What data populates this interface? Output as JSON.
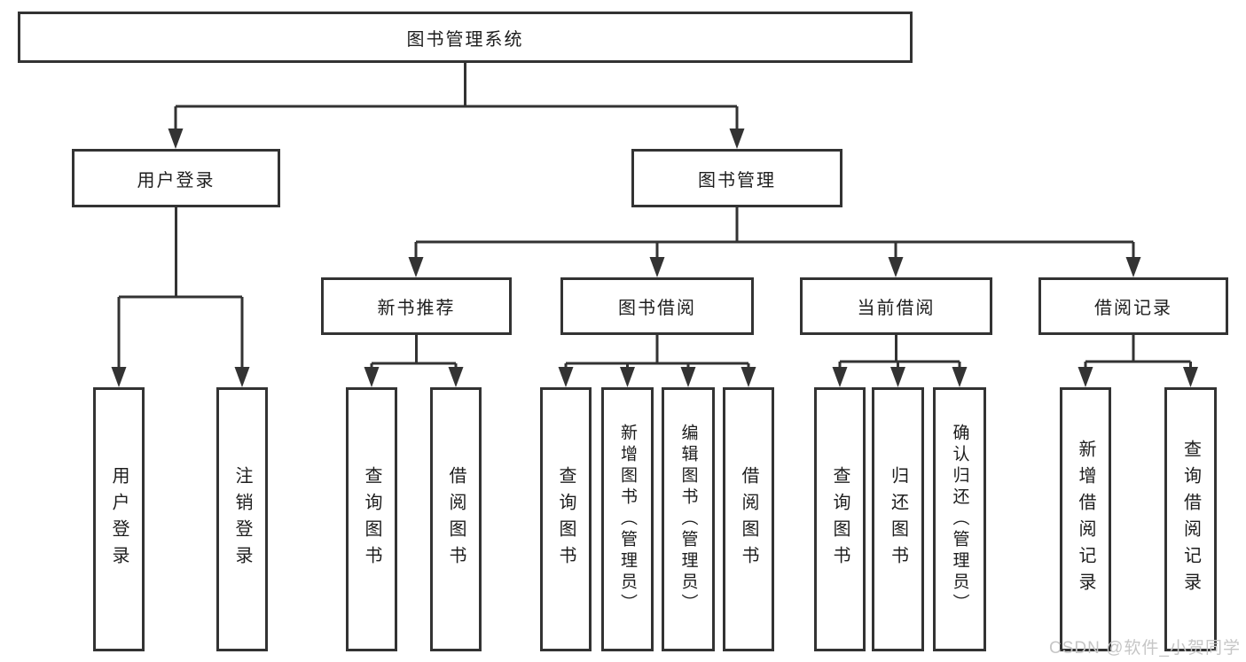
{
  "diagram": {
    "title": "图书管理系统",
    "nodes": {
      "user_login": "用户登录",
      "book_management": "图书管理",
      "new_book_recommend": "新书推荐",
      "book_borrow": "图书借阅",
      "current_borrow": "当前借阅",
      "borrow_records": "借阅记录",
      "leaves": {
        "user_login_leaf": "用户登录",
        "logout": "注销登录",
        "nbr_query_book": "查询图书",
        "nbr_borrow_book": "借阅图书",
        "bb_query_book": "查询图书",
        "bb_add_book_admin": "新增图书（管理员）",
        "bb_edit_book_admin": "编辑图书（管理员）",
        "bb_borrow_book": "借阅图书",
        "cb_query_book": "查询图书",
        "cb_return_book": "归还图书",
        "cb_confirm_return_admin": "确认归还（管理员）",
        "br_add_record": "新增借阅记录",
        "br_query_record": "查询借阅记录"
      }
    }
  },
  "watermark": "CSDN @软件_小贺同学",
  "colors": {
    "line": "#333333",
    "text": "#1d1d1d",
    "background": "#ffffff",
    "watermark": "#c6c6c6"
  }
}
